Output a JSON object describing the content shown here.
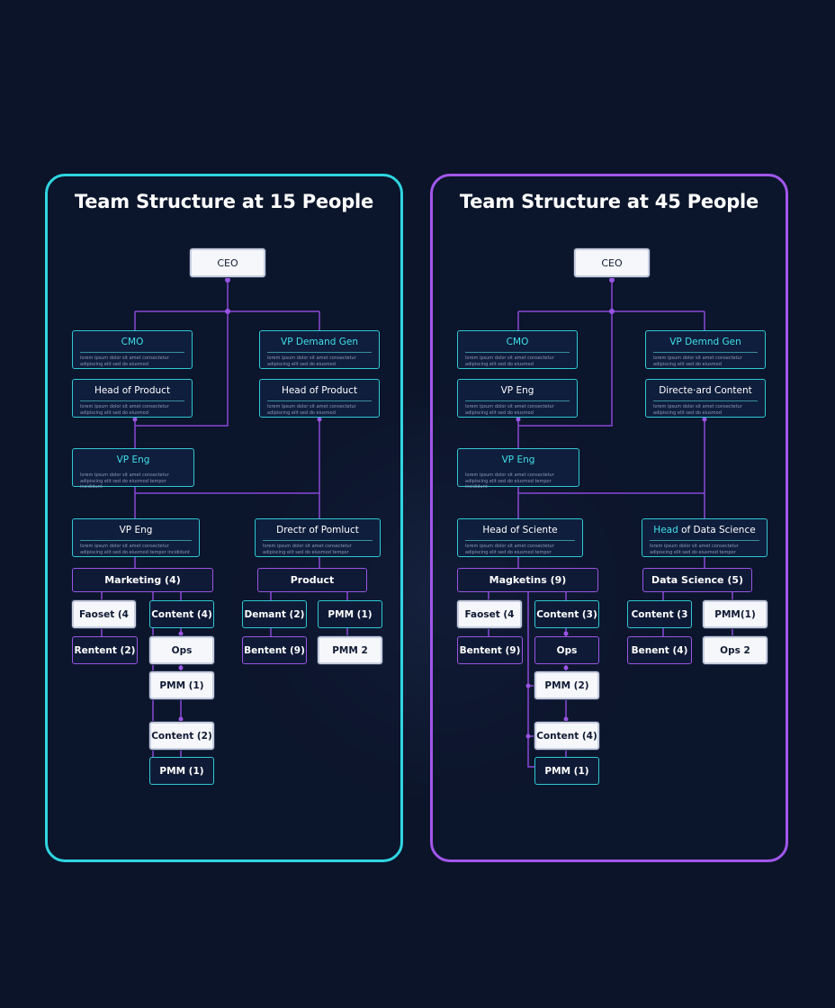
{
  "left": {
    "title": "Team Structure at 15 People",
    "ceo": "CEO",
    "cmo": {
      "title": "CMO",
      "desc": "lorem ipsum dolor sit amet consectetur adipiscing elit sed do eiusmod"
    },
    "vp_demand_gen": {
      "title": "VP Demand Gen",
      "desc": "lorem ipsum dolor sit amet consectetur adipiscing elit sed do eiusmod"
    },
    "head_product_a": {
      "title": "Head of Product",
      "desc": "lorem ipsum dolor sit amet consectetur adipiscing elit sed do eiusmod"
    },
    "head_product_b": {
      "title": "Head of Product",
      "desc": "lorem ipsum dolor sit amet consectetur adipiscing elit sed do eiusmod"
    },
    "vp_eng_a": {
      "title": "VP Eng",
      "desc": "lorem ipsum dolor sit amet consectetur adipiscing elit sed do eiusmod tempor incididunt"
    },
    "vp_eng_b": {
      "title": "VP Eng",
      "desc": "lorem ipsum dolor sit amet consectetur adipiscing elit sed do eiusmod tempor incididunt"
    },
    "director_product": {
      "title": "Drectr of Pomluct",
      "desc": "lorem ipsum dolor sit amet consectetur adipiscing elit sed do eiusmod tempor"
    },
    "marketing": "Marketing (4)",
    "product": "Product",
    "pills": {
      "faoset": "Faoset (4",
      "content4": "Content (4)",
      "demant": "Demant (2)",
      "pmm1_top": "PMM (1)",
      "rentent2": "Rentent (2)",
      "ops": "Ops",
      "bentent9": "Bentent (9)",
      "pmm2": "PMM 2",
      "pmm1_mid": "PMM (1)",
      "content2": "Content (2)",
      "pmm1_bottom": "PMM (1)"
    }
  },
  "right": {
    "title": "Team Structure at 45 People",
    "ceo": "CEO",
    "cmo": {
      "title": "CMO",
      "desc": "lorem ipsum dolor sit amet consectetur adipiscing elit sed do eiusmod"
    },
    "vp_demand_gen": {
      "title": "VP Demnd Gen",
      "desc": "lorem ipsum dolor sit amet consectetur adipiscing elit sed do eiusmod"
    },
    "vp_eng_a": {
      "title": "VP Eng",
      "desc": "lorem ipsum dolor sit amet consectetur adipiscing elit sed do eiusmod"
    },
    "director_content": {
      "title": "Directe·ard Content",
      "desc": "lorem ipsum dolor sit amet consectetur adipiscing elit sed do eiusmod"
    },
    "vp_eng_b": {
      "title": "VP Eng",
      "desc": "lorem ipsum dolor sit amet consectetur adipiscing elit sed do eiusmod tempor incididunt"
    },
    "head_science": {
      "title": "Head of Sciente",
      "desc": "lorem ipsum dolor sit amet consectetur adipiscing elit sed do eiusmod tempor"
    },
    "head_data_science": {
      "title_hl": "Head",
      "title_rest": " of Data Science",
      "desc": "lorem ipsum dolor sit amet consectetur adipiscing elit sed do eiusmod tempor"
    },
    "magketins": "Magketins (9)",
    "data_science": "Data Science (5)",
    "pills": {
      "faoset": "Faoset (4",
      "content3": "Content (3)",
      "content3b": "Content (3",
      "pmm1_top": "PMM(1)",
      "bentent9": "Bentent (9)",
      "ops": "Ops",
      "bentent4": "Benent (4)",
      "ops2": "Ops 2",
      "pmm2": "PMM (2)",
      "content4": "Content (4)",
      "pmm1_bottom": "PMM (1)"
    }
  },
  "colors": {
    "background": "#0b1429",
    "left_accent": "#2fd5e0",
    "right_accent": "#a257ec",
    "connector": "#8a48d6"
  }
}
